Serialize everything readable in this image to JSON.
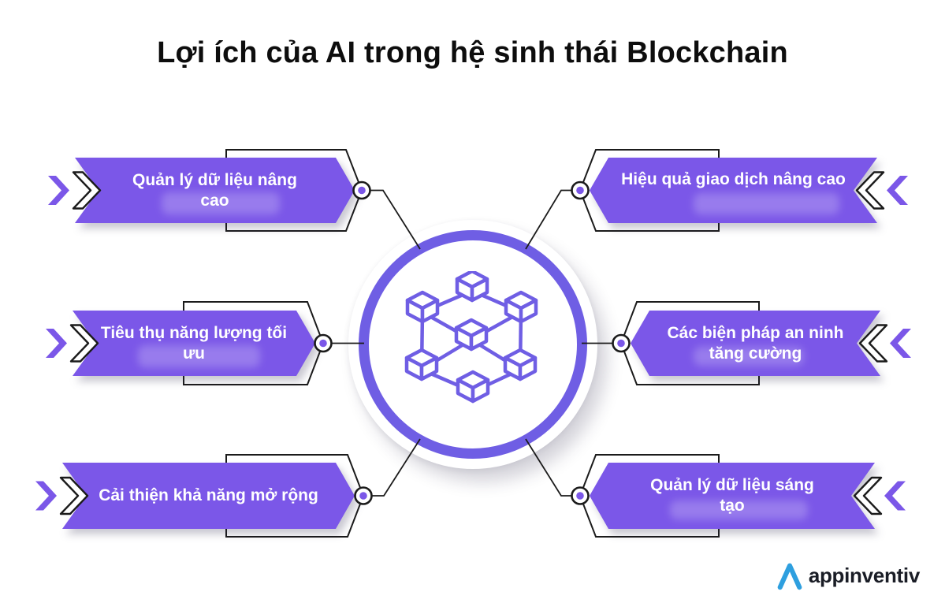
{
  "title": "Lợi ích của AI trong hệ sinh thái Blockchain",
  "colors": {
    "purple": "#7B57E8",
    "ring": "#6F5EE4",
    "ink": "#1b1b1b",
    "blue": "#2E9FDF",
    "label": "#ffffff",
    "title_color": "#0d0d0d",
    "brand_color": "#1a1d26"
  },
  "benefits": {
    "left": [
      {
        "line1": "Quản lý dữ liệu nâng",
        "line2": "cao"
      },
      {
        "line1": "Tiêu thụ năng lượng tối",
        "line2": "ưu"
      },
      {
        "line1": "Cải thiện khả năng mở rộng",
        "line2": ""
      }
    ],
    "right": [
      {
        "line1": "Hiệu quả giao dịch nâng cao",
        "line2": ""
      },
      {
        "line1": "Các biện pháp an ninh",
        "line2": "tăng cường"
      },
      {
        "line1": "Quản lý dữ liệu sáng",
        "line2": "tạo"
      }
    ]
  },
  "center": {
    "icon": "blockchain-network-icon"
  },
  "footer": {
    "brand": "appinventiv"
  }
}
